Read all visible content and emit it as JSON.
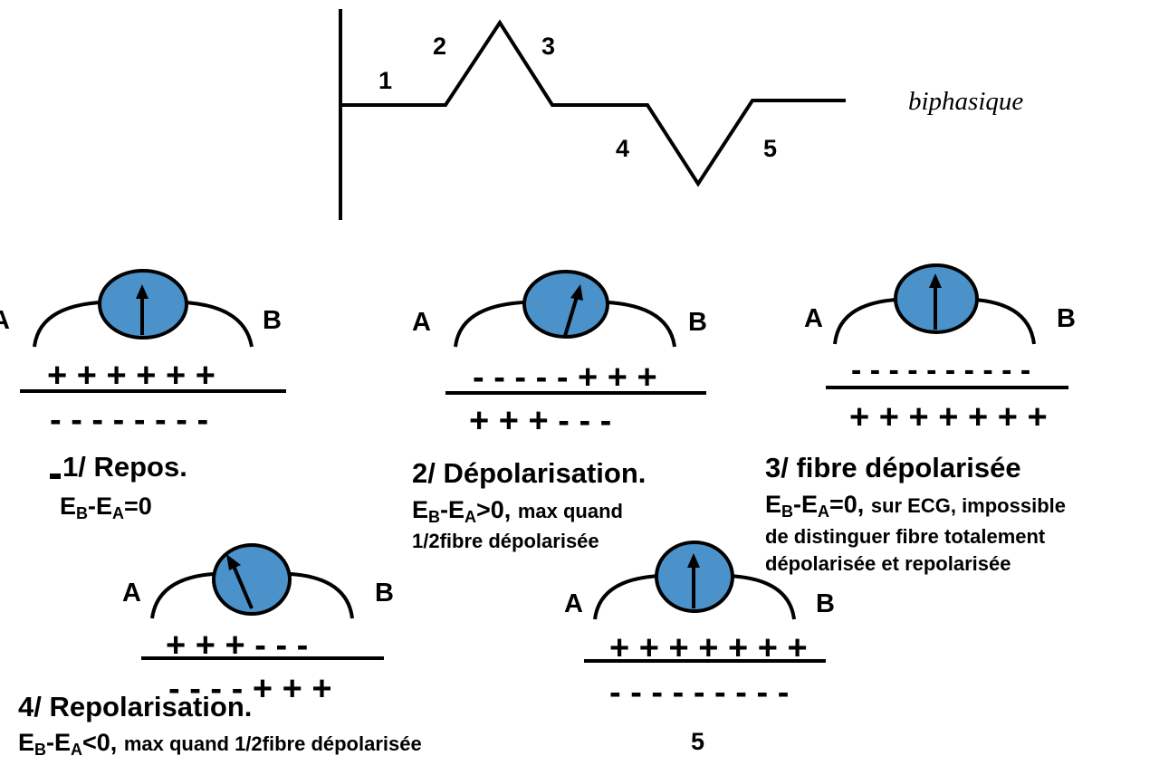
{
  "waveform": {
    "segments": [
      "1",
      "2",
      "3",
      "4",
      "5"
    ],
    "label": "biphasique"
  },
  "panels": [
    {
      "id": "p1",
      "label_a": "A",
      "label_b": "B",
      "top_signs": "+ + + + + +",
      "bottom_signs": "- - - - - - - -",
      "title": "1/  Repos.",
      "eq_prefix": "E",
      "eq_sub1": "B",
      "eq_mid": "-E",
      "eq_sub2": "A",
      "eq_rel": "=0",
      "note_inline": "",
      "note_lines": []
    },
    {
      "id": "p2",
      "label_a": "A",
      "label_b": "B",
      "top_signs": "- - - - - + + +",
      "bottom_signs": "+ + +   - - -",
      "title": "2/  Dépolarisation.",
      "eq_prefix": "E",
      "eq_sub1": "B",
      "eq_mid": "-E",
      "eq_sub2": "A",
      "eq_rel": ">0,",
      "note_inline": "max quand",
      "note_lines": [
        "1/2fibre dépolarisée"
      ]
    },
    {
      "id": "p3",
      "label_a": "A",
      "label_b": "B",
      "top_signs": "- - - - - - - - - -",
      "bottom_signs": "+ + + + + + +",
      "title": "3/ fibre dépolarisée",
      "eq_prefix": "E",
      "eq_sub1": "B",
      "eq_mid": "-E",
      "eq_sub2": "A",
      "eq_rel": "=0,",
      "note_inline": "sur ECG, impossible",
      "note_lines": [
        "de distinguer fibre totalement",
        "dépolarisée et repolarisée"
      ]
    },
    {
      "id": "p4",
      "label_a": "A",
      "label_b": "B",
      "top_signs": "+ + + - - -",
      "bottom_signs": "- - - - + + +",
      "title": "4/   Repolarisation.",
      "eq_prefix": "E",
      "eq_sub1": "B",
      "eq_mid": "-E",
      "eq_sub2": "A",
      "eq_rel": "<0,",
      "note_inline": "max quand 1/2fibre dépolarisée",
      "note_lines": []
    },
    {
      "id": "p5",
      "label_a": "A",
      "label_b": "B",
      "top_signs": "+ + + + + + +",
      "bottom_signs": "- - - - - - - - -",
      "title": "5",
      "note_inline": "",
      "note_lines": []
    }
  ],
  "colors": {
    "cell_fill": "#4a92c9",
    "stroke": "#000000"
  }
}
